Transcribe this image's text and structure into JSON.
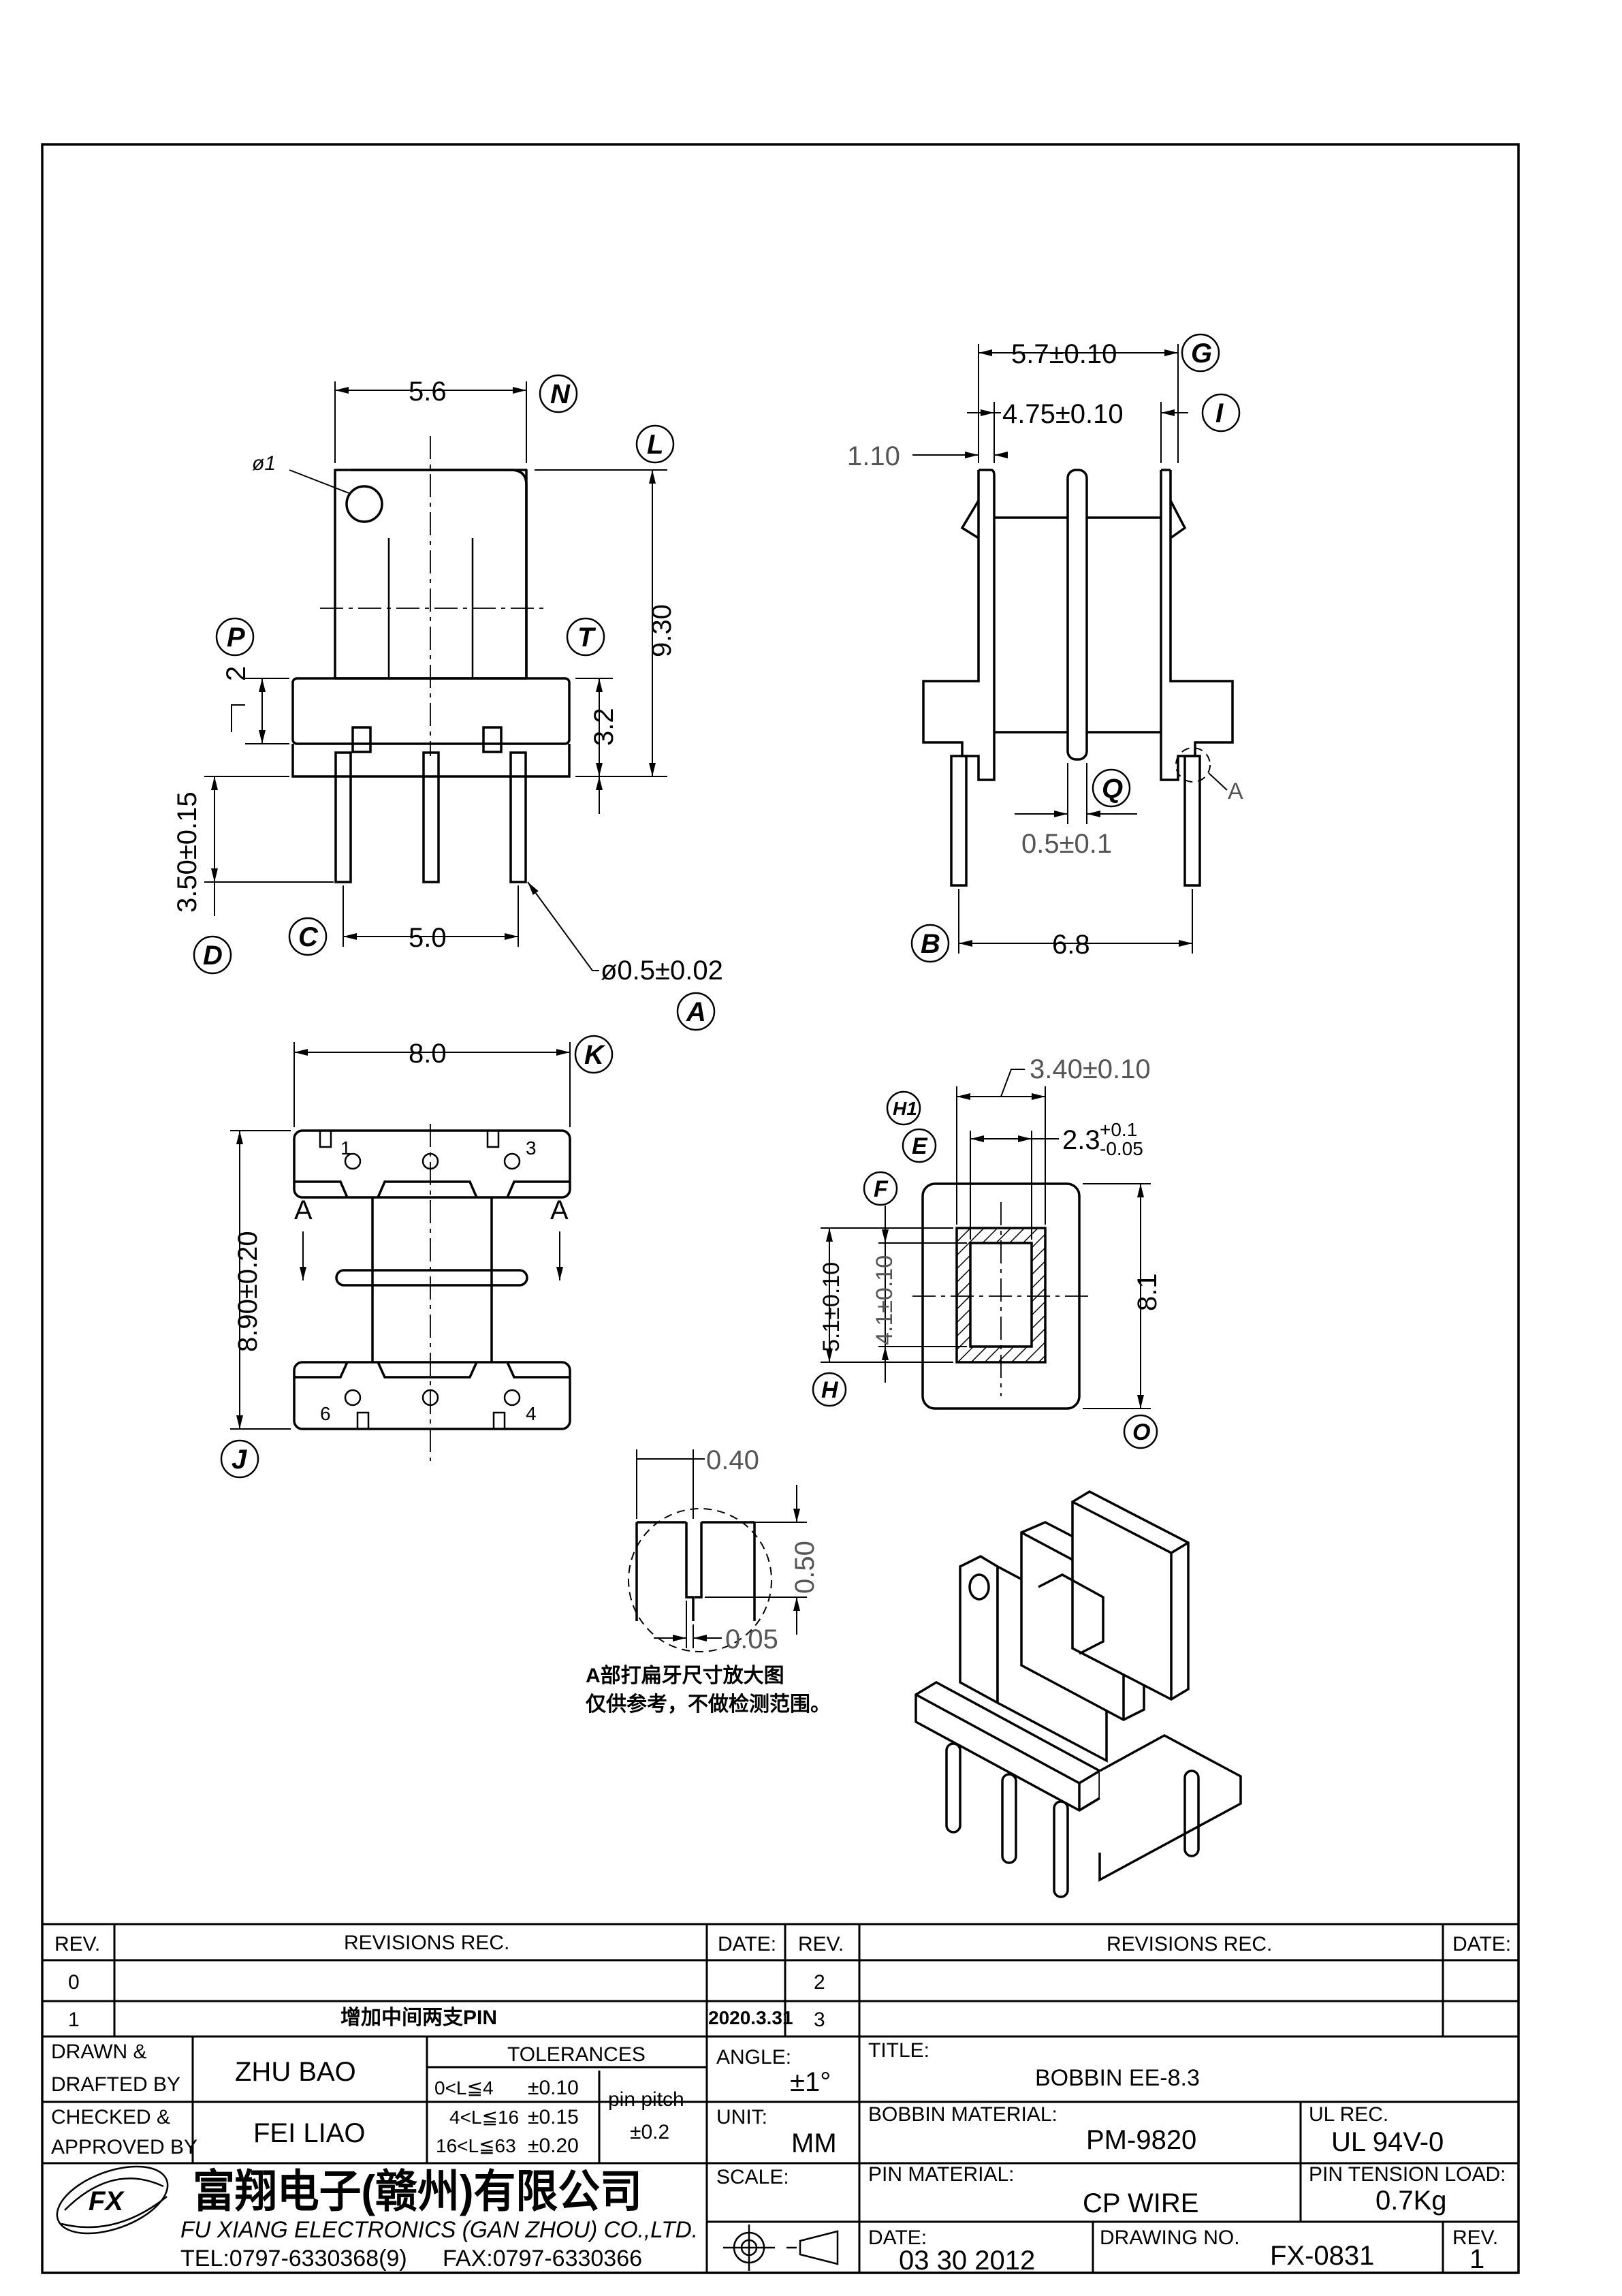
{
  "dimensions": {
    "d56": "5.6",
    "d930": "9.30",
    "d2": "2",
    "d32": "3.2",
    "d350": "3.50±0.15",
    "d50": "5.0",
    "dpin": "ø0.5±0.02",
    "dhole": "ø1",
    "d57": "5.7±0.10",
    "d475": "4.75±0.10",
    "d110": "1.10",
    "d05": "0.5±0.1",
    "d68": "6.8",
    "d80": "8.0",
    "d890": "8.90±0.20",
    "d340": "3.40±0.10",
    "d23": "2.3",
    "d23tol_up": "+0.1",
    "d23tol_dn": "-0.05",
    "d51": "5.1±0.10",
    "d41": "4.1±0.10",
    "d81": "8.1",
    "d040": "0.40",
    "d050": "0.50",
    "d005": "0.05"
  },
  "balloons": {
    "N": "N",
    "L": "L",
    "P": "P",
    "T": "T",
    "D": "D",
    "C": "C",
    "A": "A",
    "G": "G",
    "I": "I",
    "Q": "Q",
    "B": "B",
    "K": "K",
    "J": "J",
    "H1": "H1",
    "E": "E",
    "F": "F",
    "H": "H",
    "O": "O"
  },
  "section_marks": {
    "a_left": "A",
    "a_right": "A",
    "a_detail": "A"
  },
  "pin_numbers": {
    "p1": "1",
    "p3": "3",
    "p6": "6",
    "p4": "4"
  },
  "notes": {
    "line1": "A部打扁牙尺寸放大图",
    "line2": "仅供参考，不做检测范围。"
  },
  "revision_table": {
    "headers": {
      "rev": "REV.",
      "rec": "REVISIONS   REC.",
      "date": "DATE:"
    },
    "left_rows": [
      {
        "rev": "0",
        "rec": "",
        "date": ""
      },
      {
        "rev": "1",
        "rec": "增加中间两支PIN",
        "date": "2020.3.31"
      }
    ],
    "right_rows": [
      {
        "rev": "2",
        "rec": "",
        "date": ""
      },
      {
        "rev": "3",
        "rec": "",
        "date": ""
      }
    ]
  },
  "title_block": {
    "drawn_label_1": "DRAWN &",
    "drawn_label_2": "DRAFTED BY",
    "drawn_value": "ZHU   BAO",
    "checked_label_1": "CHECKED &",
    "checked_label_2": "APPROVED BY",
    "checked_value": "FEI LIAO",
    "tolerances_label": "TOLERANCES",
    "tol_rows": [
      {
        "range": "0<L≦4",
        "value": "±0.10"
      },
      {
        "range": "4<L≦16",
        "value": "±0.15"
      },
      {
        "range": "16<L≦63",
        "value": "±0.20"
      }
    ],
    "pin_pitch_label": "pin pitch",
    "pin_pitch_value": "±0.2",
    "angle_label": "ANGLE:",
    "angle_value": "±1°",
    "unit_label": "UNIT:",
    "unit_value": "MM",
    "scale_label": "SCALE:",
    "title_label": "TITLE:",
    "title_value": "BOBBIN EE-8.3",
    "bobbin_material_label": "BOBBIN MATERIAL:",
    "bobbin_material_value": "PM-9820",
    "ul_label": "UL REC.",
    "ul_value": "UL 94V-0",
    "pin_material_label": "PIN MATERIAL:",
    "pin_material_value": "CP WIRE",
    "pin_tension_label": "PIN TENSION LOAD:",
    "pin_tension_value": "0.7Kg",
    "date_label": "DATE:",
    "date_value": "03 30 2012",
    "drawing_no_label": "DRAWING NO.",
    "drawing_no_value": "FX-0831",
    "rev_label": "REV.",
    "rev_value": "1",
    "company_cn": "富翔电子(赣州)有限公司",
    "company_en": "FU XIANG ELECTRONICS (GAN ZHOU) CO.,LTD.",
    "tel": "TEL:0797-6330368(9)",
    "fax": "FAX:0797-6330366",
    "logo_text": "FX"
  }
}
